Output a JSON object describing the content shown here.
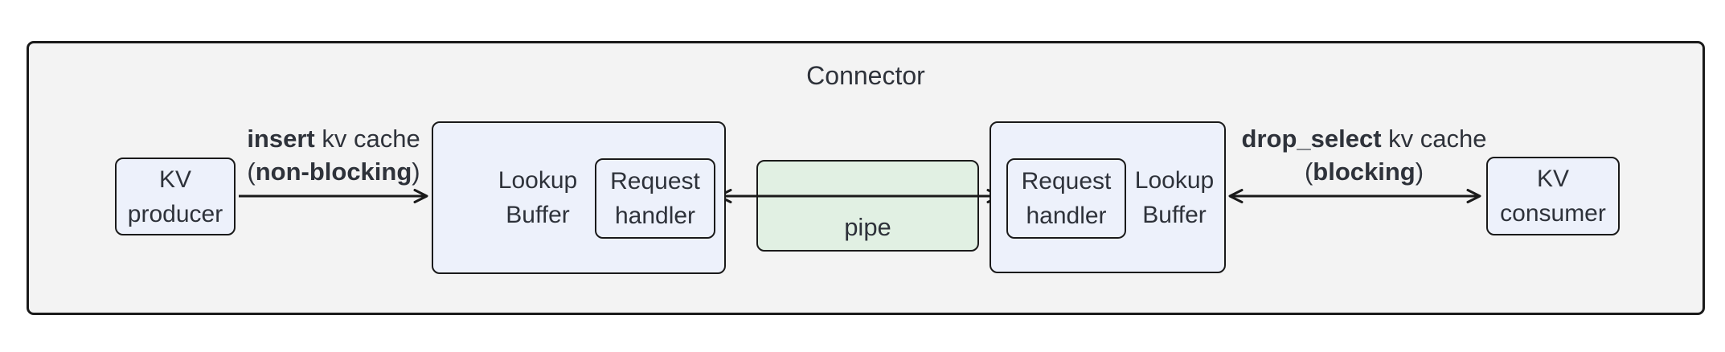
{
  "diagram": {
    "title": "Connector",
    "nodes": {
      "kv_producer": {
        "line1": "KV",
        "line2": "producer"
      },
      "lookup_buffer_left": {
        "line1": "Lookup",
        "line2": "Buffer"
      },
      "request_handler_left": {
        "line1": "Request",
        "line2": "handler"
      },
      "pipe": {
        "label": "pipe"
      },
      "request_handler_right": {
        "line1": "Request",
        "line2": "handler"
      },
      "lookup_buffer_right": {
        "line1": "Lookup",
        "line2": "Buffer"
      },
      "kv_consumer": {
        "line1": "KV",
        "line2": "consumer"
      }
    },
    "edges": {
      "insert": {
        "line1_bold": "insert",
        "line1_rest": " kv cache",
        "line2_prefix": "(",
        "line2_bold": "non-blocking",
        "line2_suffix": ")"
      },
      "drop_select": {
        "line1_bold": "drop_select",
        "line1_rest": " kv cache",
        "line2_prefix": "(",
        "line2_bold": "blocking",
        "line2_suffix": ")"
      }
    }
  },
  "colors": {
    "page_bg": "#ffffff",
    "outer_fill": "#f3f3f3",
    "node_fill": "#edf1fb",
    "pipe_fill": "#e1f0e3",
    "line": "#1a1a1a",
    "text": "#2e323a"
  }
}
